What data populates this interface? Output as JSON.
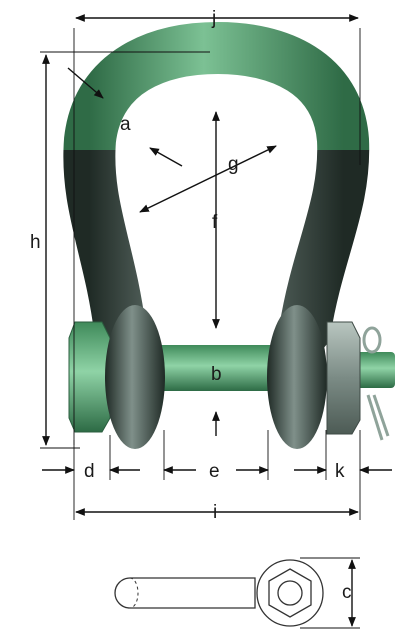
{
  "diagram": {
    "labels": {
      "a": "a",
      "b": "b",
      "c": "c",
      "d": "d",
      "e": "e",
      "f": "f",
      "g": "g",
      "h": "h",
      "i": "i",
      "j": "j",
      "k": "k"
    }
  },
  "colors": {
    "shackle_green": "#4e9a6a",
    "shackle_grey": "#3c4a44",
    "pin_green": "#5aa173",
    "nut_grey": "#8a9a94",
    "line": "#111111"
  }
}
